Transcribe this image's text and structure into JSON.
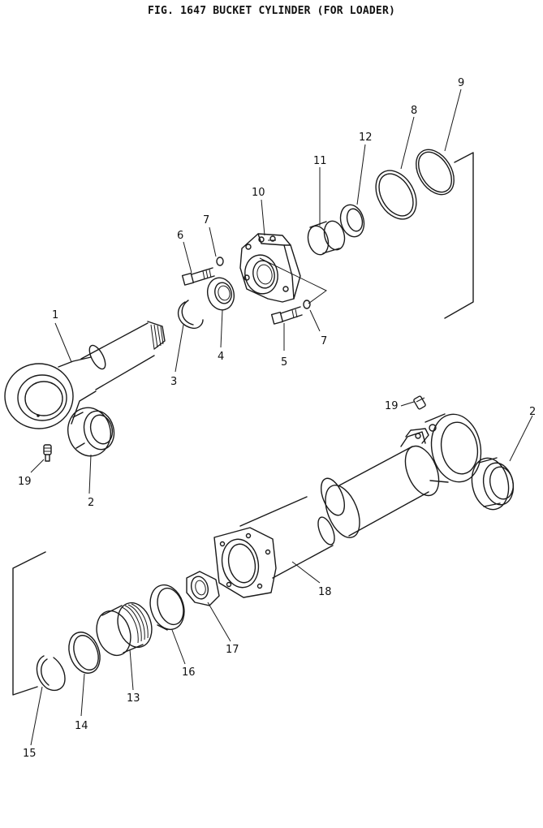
{
  "title": "FIG. 1647   BUCKET CYLINDER (FOR LOADER)",
  "callouts": {
    "p1": "1",
    "p2a": "2",
    "p2b": "2",
    "p3": "3",
    "p4": "4",
    "p5": "5",
    "p6": "6",
    "p7a": "7",
    "p7b": "7",
    "p8": "8",
    "p9": "9",
    "p10": "10",
    "p11": "11",
    "p12": "12",
    "p13": "13",
    "p14": "14",
    "p15": "15",
    "p16": "16",
    "p17": "17",
    "p18": "18",
    "p19a": "19",
    "p19b": "19"
  }
}
